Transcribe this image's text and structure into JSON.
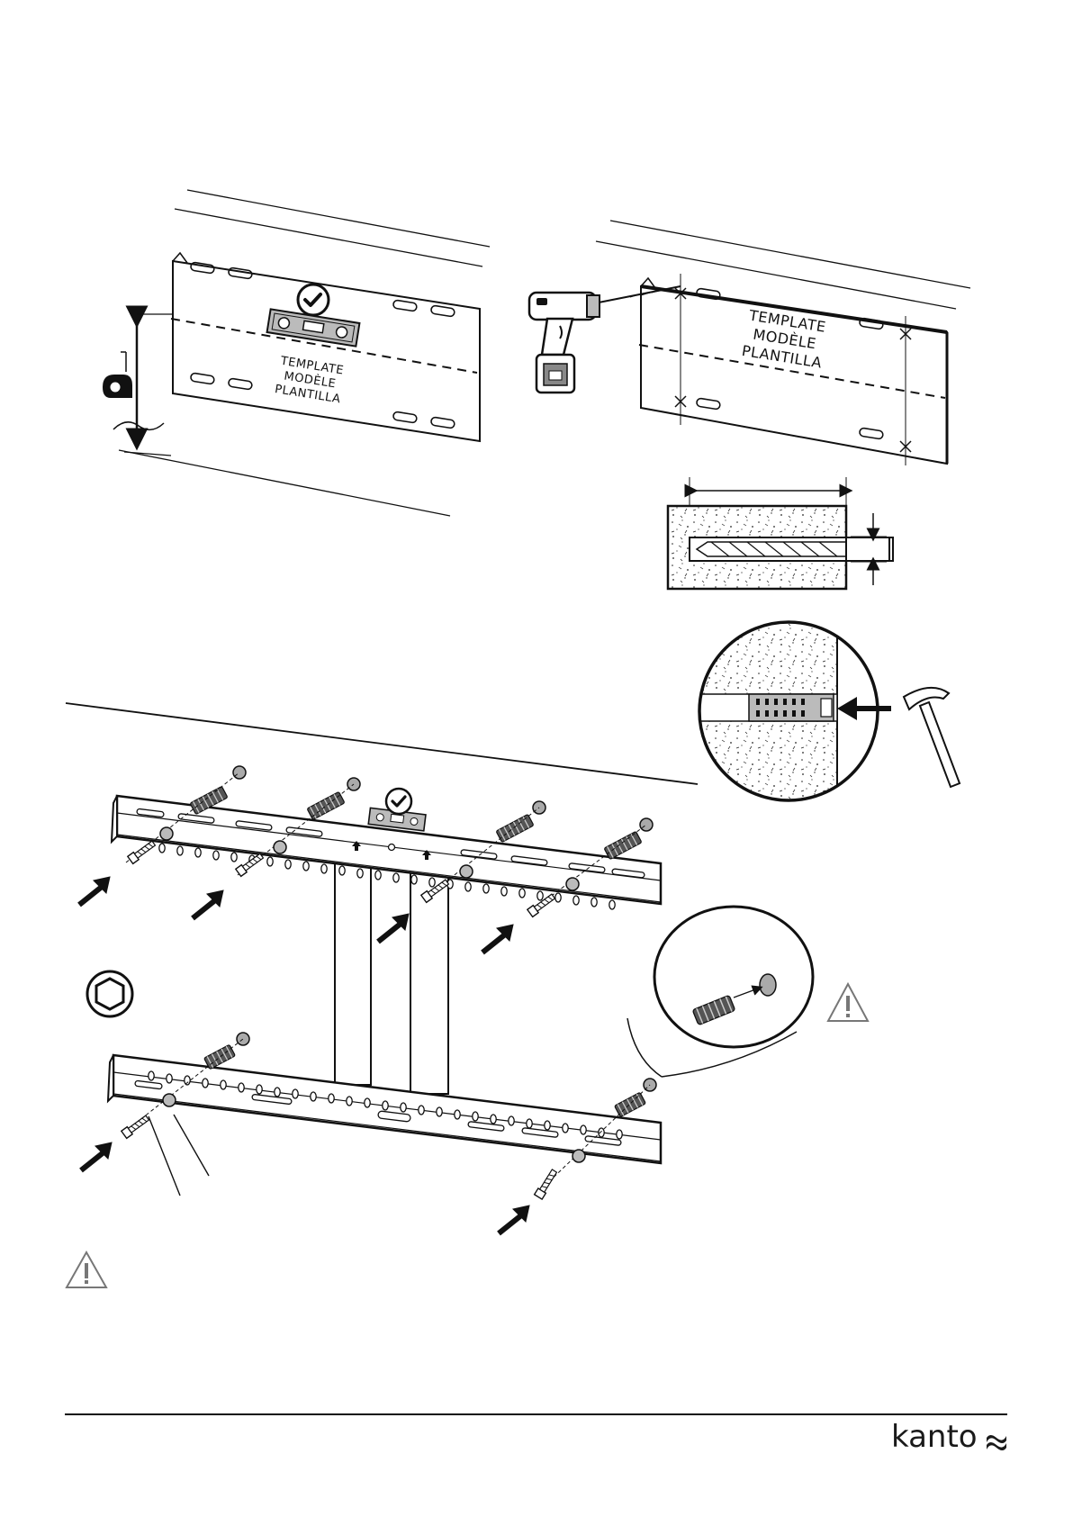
{
  "template_step": {
    "label_lines": [
      "TEMPLATE",
      "MODÈLE",
      "PLANTILLA"
    ]
  },
  "drill_step": {
    "label_lines": [
      "TEMPLATE",
      "MODÈLE",
      "PLANTILLA"
    ]
  },
  "footer": {
    "brand": "kanto"
  },
  "colors": {
    "ink": "#111111",
    "gray_fill": "#bbbbbb",
    "mid_gray": "#8c8c8c"
  },
  "icons": [
    "check-icon",
    "level-icon",
    "tape-measure-icon",
    "drill-icon",
    "hammer-icon",
    "hex-socket-icon",
    "warning-icon",
    "anchor-icon",
    "lag-bolt-icon",
    "arrow-icon"
  ]
}
